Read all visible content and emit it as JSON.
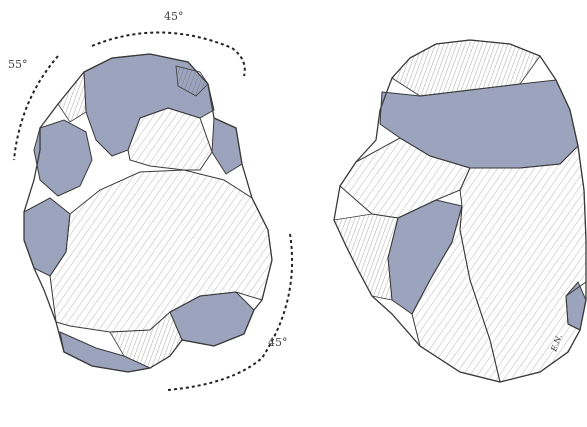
{
  "figure": {
    "angle_labels": {
      "top": "45°",
      "left": "55°",
      "bottom_right": "45°"
    },
    "initials": "E.N.",
    "colors": {
      "scar_shade": "#9ca3bd",
      "outline": "#3a3a3a",
      "background": "#ffffff",
      "dashed_arc": "#222222"
    }
  }
}
